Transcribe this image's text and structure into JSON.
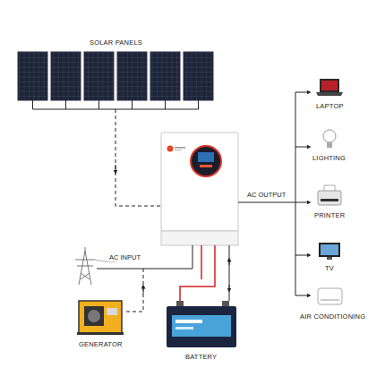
{
  "diagram": {
    "nodes": [
      {
        "text": [
          "SOLAR PANELS"
        ]
      },
      {
        "text": [
          "LAPTOP"
        ]
      },
      {
        "text": [
          "LIGHTING"
        ]
      },
      {
        "text": [
          "PRINTER"
        ]
      },
      {
        "text": [
          "TV"
        ]
      },
      {
        "text": [
          "AIR CONDITIONING"
        ]
      },
      {
        "text": [
          "GENERATOR"
        ]
      },
      {
        "text": [
          "BATTERY"
        ]
      }
    ],
    "labels": [
      "AC OUTPUT",
      "AC INPUT"
    ]
  }
}
